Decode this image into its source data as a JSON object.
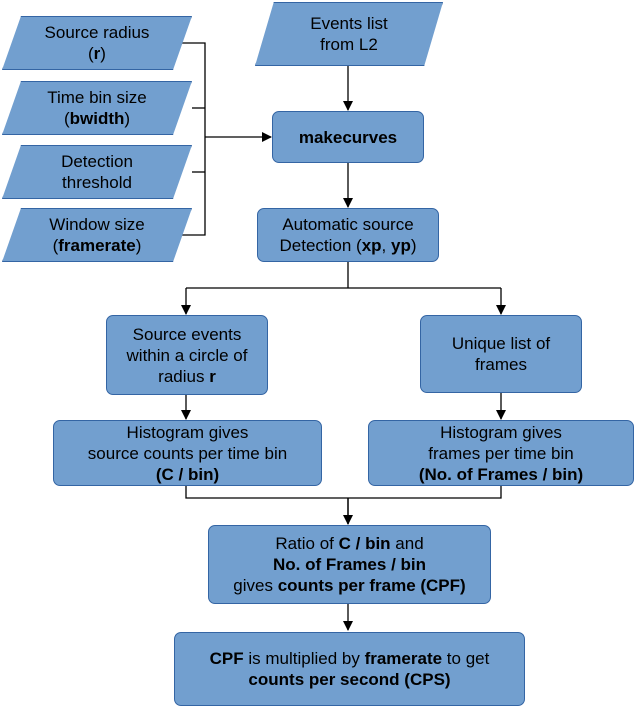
{
  "colors": {
    "fill": "#729fcf",
    "border": "#3465a4",
    "line": "#000000"
  },
  "inputs": {
    "source_radius": {
      "line1": "Source radius",
      "pre": "(",
      "bold": "r",
      "post": ")"
    },
    "time_bin": {
      "line1": "Time bin size",
      "pre": "(",
      "bold": "bwidth",
      "post": ")"
    },
    "detection": {
      "line1": "Detection",
      "line2": "threshold"
    },
    "window": {
      "line1": "Window size",
      "pre": "(",
      "bold": "framerate",
      "post": ")"
    }
  },
  "events": {
    "line1": "Events list",
    "line2": "from L2"
  },
  "makecurves": {
    "label": "makecurves"
  },
  "autodetect": {
    "line1": "Automatic source",
    "pre": "Detection (",
    "bold1": "xp",
    "mid": ", ",
    "bold2": "yp",
    "post": ")"
  },
  "source_events": {
    "line1": "Source events",
    "line2": "within a circle of",
    "line3_pre": "radius ",
    "line3_bold": "r"
  },
  "unique_frames": {
    "line1": "Unique list of",
    "line2": "frames"
  },
  "hist_counts": {
    "line1": "Histogram gives",
    "line2": "source counts per time bin",
    "line3_bold": "(C / bin)"
  },
  "hist_frames": {
    "line1": "Histogram gives",
    "line2": "frames per time bin",
    "line3_bold": "(No. of Frames / bin)"
  },
  "ratio": {
    "line1_pre": "Ratio of ",
    "line1_bold": "C / bin",
    "line1_post": " and",
    "line2_bold": "No. of Frames / bin",
    "line3_pre": "gives ",
    "line3_bold": "counts per frame (CPF)"
  },
  "final": {
    "line1_bold1": "CPF",
    "line1_mid": " is multiplied by ",
    "line1_bold2": "framerate",
    "line1_post": " to get",
    "line2_bold": "counts per second (CPS)"
  }
}
